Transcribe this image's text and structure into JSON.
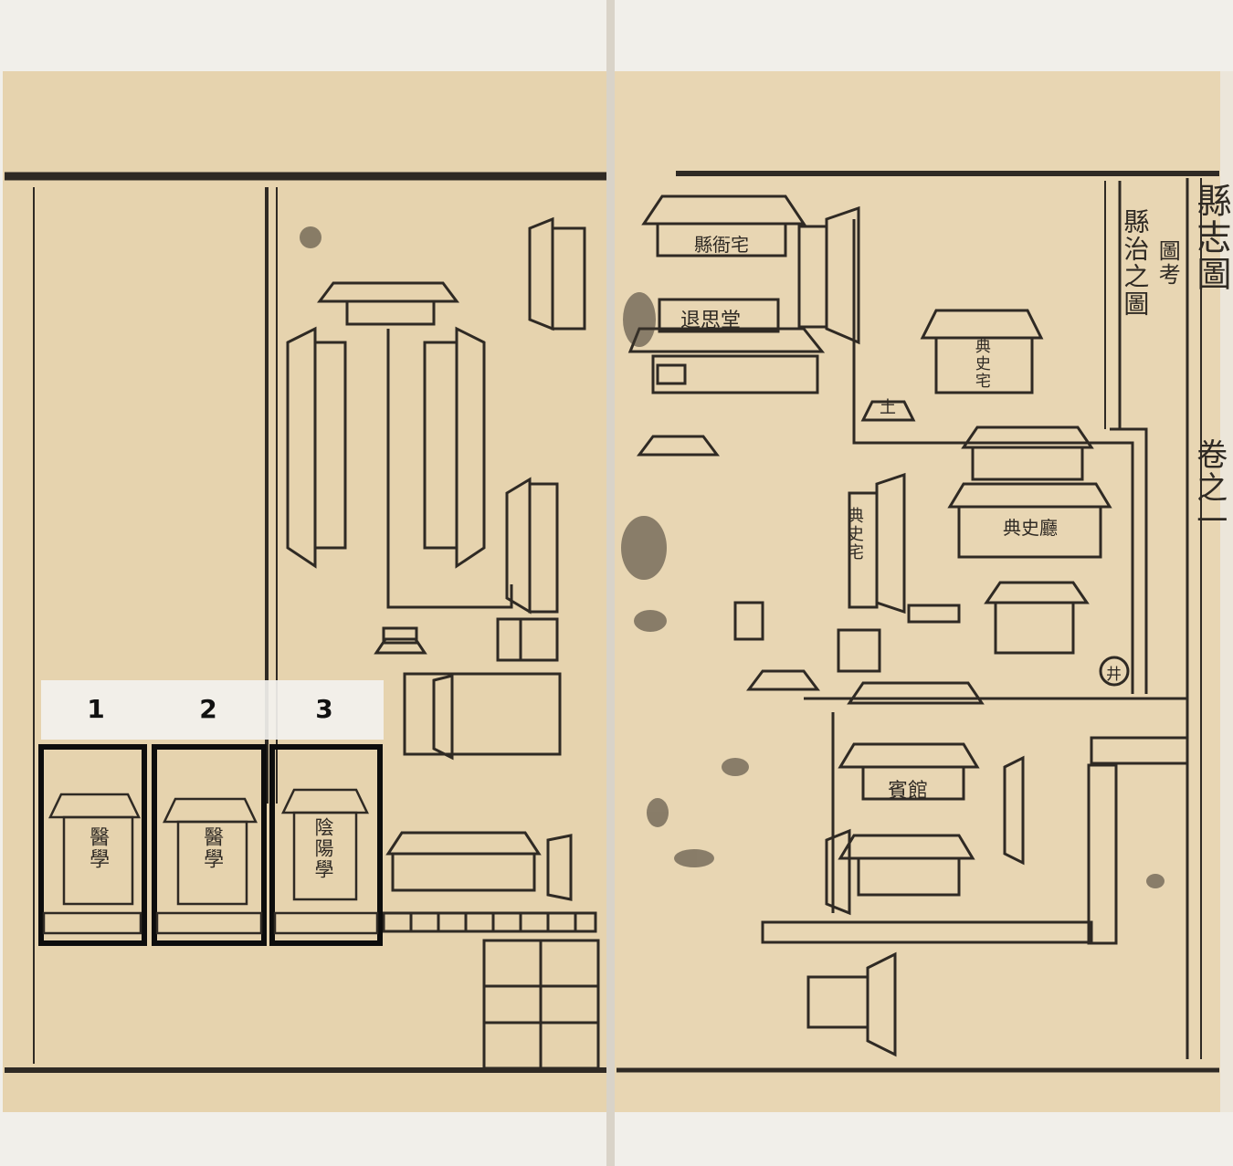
{
  "colors": {
    "paper": "#e7d5b1",
    "ink": "#2f2a24",
    "background": "#f1efea",
    "highlight_box": "#0d0d0d",
    "label_strip": "#f3f1ee"
  },
  "margin_title": "縣志圖",
  "margin_title_tail": "卷之一",
  "map_title": "縣治之圖",
  "map_note": "圖考",
  "buildings": {
    "county_residence": "縣衙宅",
    "retreat_hall": "退思堂",
    "hall": "典史宅",
    "main_hall": "典史廳",
    "guest_house": "賓館",
    "well": "井",
    "shrine": "土",
    "west_hall": "典史宅"
  },
  "highlights": [
    {
      "number": "1",
      "text": "醫學"
    },
    {
      "number": "2",
      "text": "醫學"
    },
    {
      "number": "3",
      "text": "陰陽學"
    }
  ]
}
